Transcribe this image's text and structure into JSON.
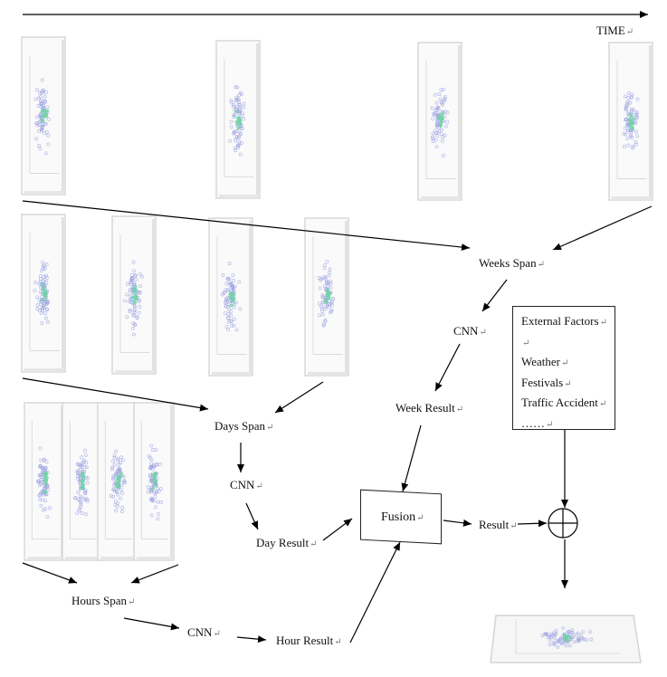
{
  "time_label": "TIME",
  "return_mark": "↵",
  "nodes": {
    "weeks_span": "Weeks Span",
    "cnn_week": "CNN",
    "week_result": "Week Result",
    "days_span": "Days Span",
    "cnn_day": "CNN",
    "day_result": "Day Result",
    "hours_span": "Hours Span",
    "cnn_hour": "CNN",
    "hour_result": "Hour Result",
    "fusion": "Fusion",
    "result": "Result"
  },
  "external_factors": {
    "title": "External Factors",
    "blank": "",
    "items": [
      "Weather",
      "Festivals",
      "Traffic Accident",
      "……"
    ]
  },
  "operator_icon": "circled-plus-icon",
  "colors": {
    "line": "#000000",
    "frame": "#e6e6e6",
    "scatter_blue": "#9aa0e0",
    "scatter_green": "#6fd3a5"
  }
}
